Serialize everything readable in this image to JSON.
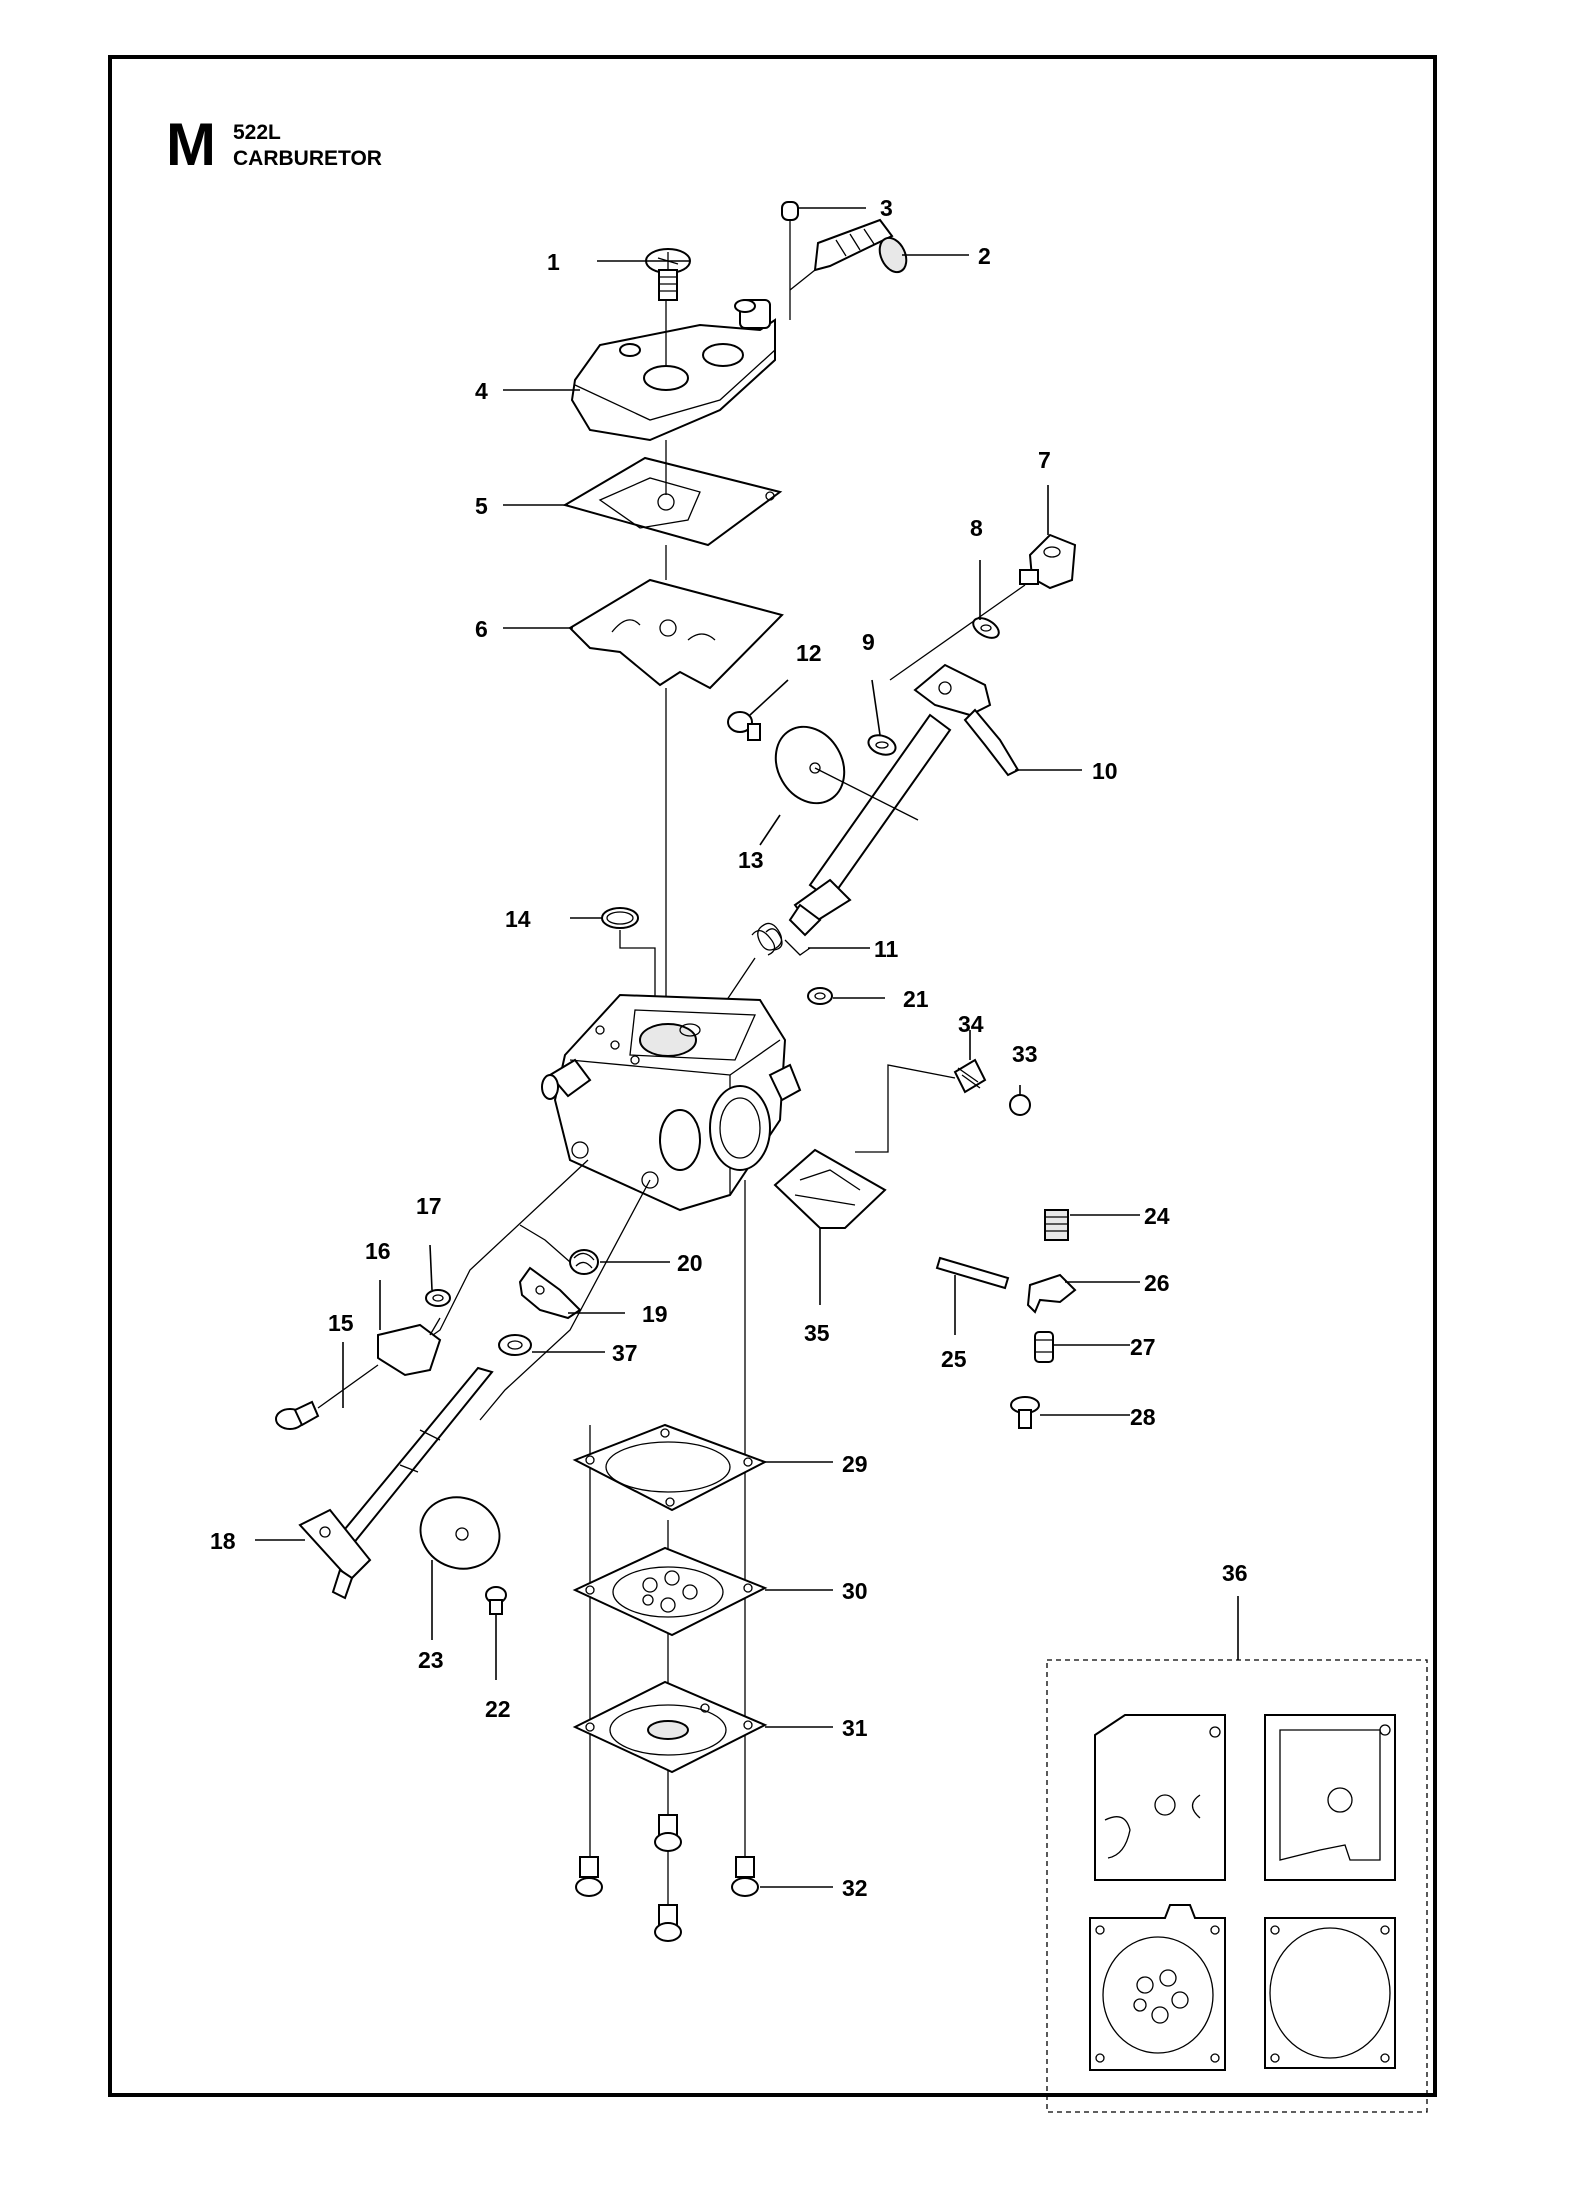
{
  "header": {
    "section_letter": "M",
    "model": "522L",
    "title": "CARBURETOR"
  },
  "callouts": {
    "c1": "1",
    "c2": "2",
    "c3": "3",
    "c4": "4",
    "c5": "5",
    "c6": "6",
    "c7": "7",
    "c8": "8",
    "c9": "9",
    "c10": "10",
    "c11": "11",
    "c12": "12",
    "c13": "13",
    "c14": "14",
    "c15": "15",
    "c16": "16",
    "c17": "17",
    "c18": "18",
    "c19": "19",
    "c20": "20",
    "c21": "21",
    "c22": "22",
    "c23": "23",
    "c24": "24",
    "c25": "25",
    "c26": "26",
    "c27": "27",
    "c28": "28",
    "c29": "29",
    "c30": "30",
    "c31": "31",
    "c32": "32",
    "c33": "33",
    "c34": "34",
    "c35": "35",
    "c36": "36",
    "c37": "37"
  }
}
